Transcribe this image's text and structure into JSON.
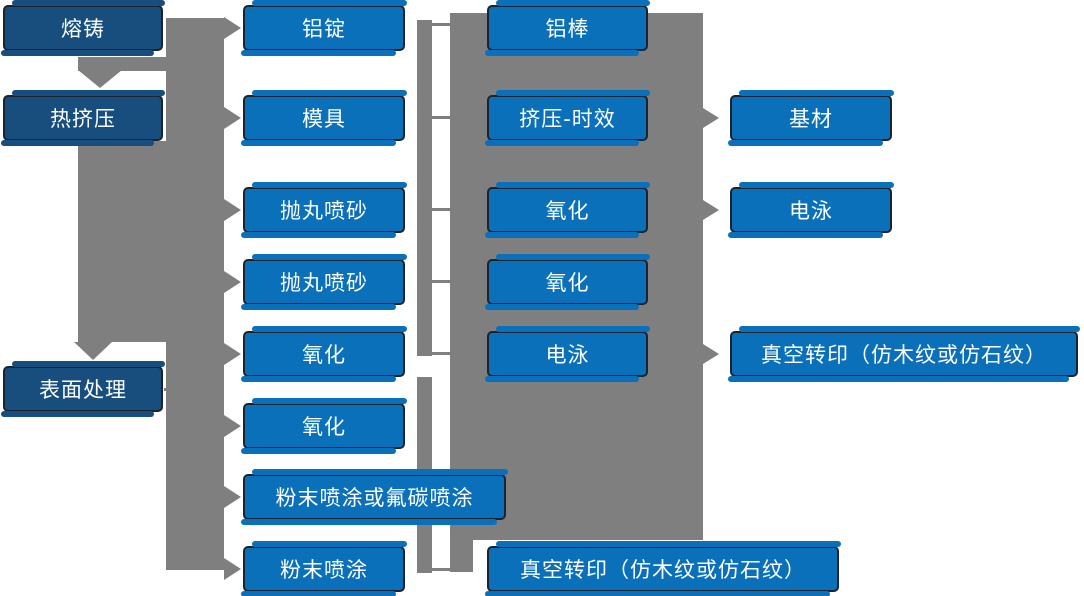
{
  "diagram_title": "",
  "colors": {
    "process_node_fill": "#0a70ba",
    "stage_node_fill": "#174e7e",
    "connector_gray": "#7f7f7f",
    "node_border": "#1b242e",
    "node_text": "#ffffff",
    "background": "#ffffff"
  },
  "nodes": {
    "melting": {
      "label": "熔铸"
    },
    "hot_extrusion": {
      "label": "热挤压"
    },
    "surface_treatment": {
      "label": "表面处理"
    },
    "aluminum_ingot": {
      "label": "铝锭"
    },
    "mold": {
      "label": "模具"
    },
    "shot_blasting_1": {
      "label": "抛丸喷砂"
    },
    "shot_blasting_2": {
      "label": "抛丸喷砂"
    },
    "oxidation_1": {
      "label": "氧化"
    },
    "oxidation_2": {
      "label": "氧化"
    },
    "powder_or_fluorocarbon": {
      "label": "粉末喷涂或氟碳喷涂"
    },
    "powder_coating": {
      "label": "粉末喷涂"
    },
    "aluminum_rod": {
      "label": "铝棒"
    },
    "extrusion_aging": {
      "label": "挤压-时效"
    },
    "oxidation_3": {
      "label": "氧化"
    },
    "oxidation_4": {
      "label": "氧化"
    },
    "electrophoresis_1": {
      "label": "电泳"
    },
    "vacuum_transfer_1": {
      "label": "真空转印（仿木纹或仿石纹）"
    },
    "base_material": {
      "label": "基材"
    },
    "electrophoresis_2": {
      "label": "电泳"
    },
    "vacuum_transfer_2": {
      "label": "真空转印（仿木纹或仿石纹）"
    }
  }
}
